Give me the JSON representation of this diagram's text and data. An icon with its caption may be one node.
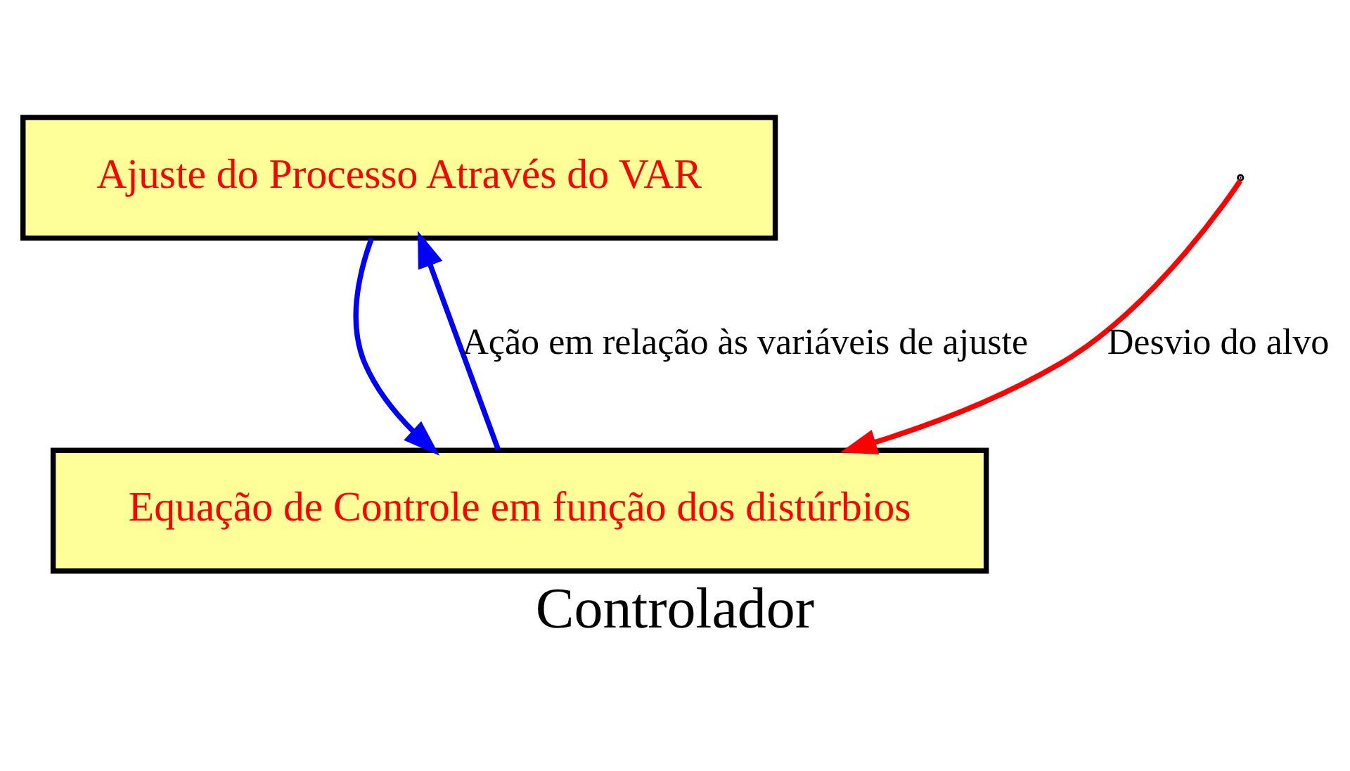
{
  "diagram": {
    "caption": "Controlador",
    "nodes": [
      {
        "text": [
          "Ajuste do Processo Através do VAR"
        ]
      },
      {
        "text": [
          "Equação de Controle em função dos distúrbios"
        ]
      }
    ],
    "edges": [
      {
        "from": 0,
        "to": 1,
        "arrow": "to"
      },
      {
        "from": 1,
        "to": 0,
        "arrow": "to",
        "label": "Ação em relação às variáveis de ajuste"
      },
      {
        "from": null,
        "to": 1,
        "arrow": "to",
        "label": "Desvio do alvo",
        "color": "#ff0000"
      }
    ]
  }
}
